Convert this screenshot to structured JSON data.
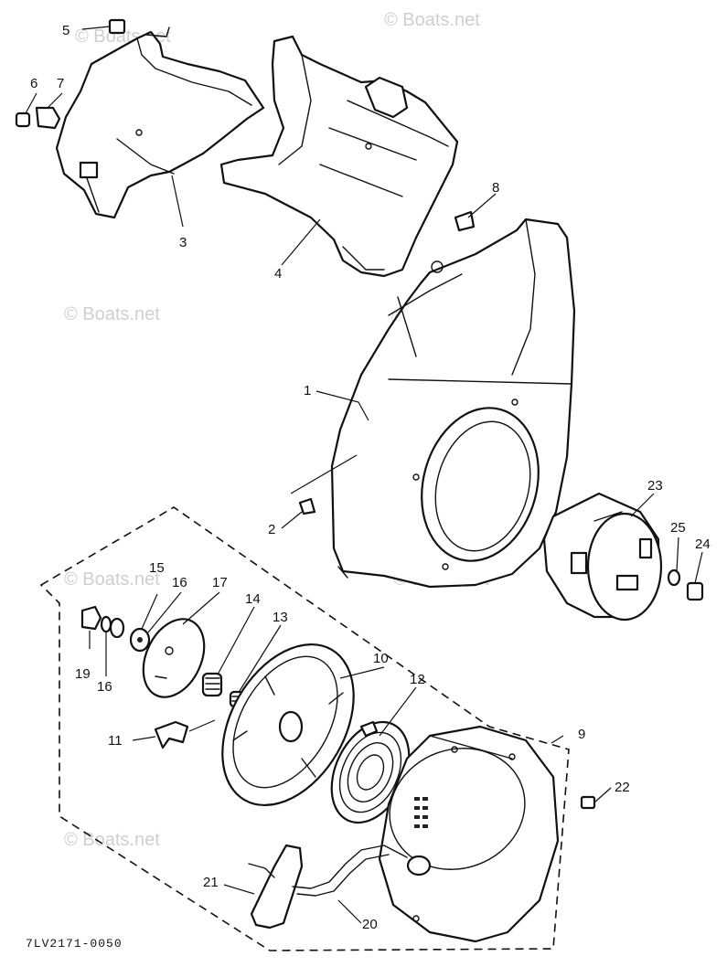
{
  "diagram": {
    "drawing_code": "7LV2171-0050",
    "watermark_text": "© Boats.net",
    "part_callouts": [
      "1",
      "2",
      "3",
      "4",
      "5",
      "6",
      "7",
      "8",
      "9",
      "10",
      "11",
      "12",
      "13",
      "14",
      "15",
      "16",
      "16",
      "17",
      "19",
      "20",
      "21",
      "22",
      "23",
      "24",
      "25"
    ]
  }
}
